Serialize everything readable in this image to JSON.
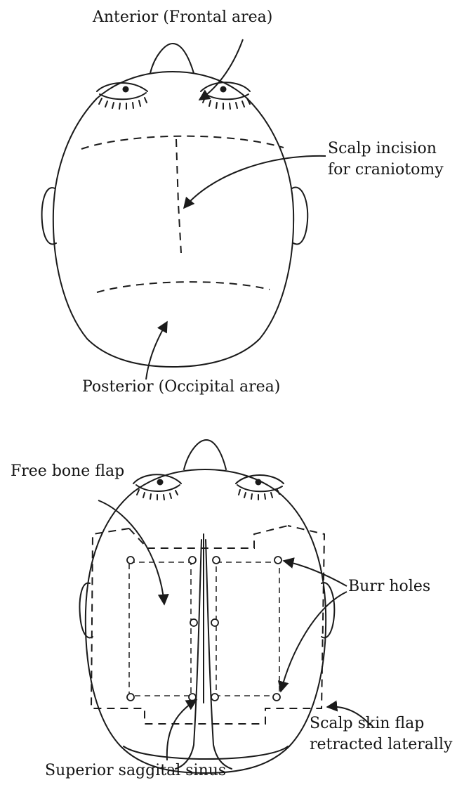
{
  "top_figure": {
    "label_anterior": "Anterior (Frontal area)",
    "label_incision_1": "Scalp incision",
    "label_incision_2": "for craniotomy",
    "label_posterior": "Posterior (Occipital area)"
  },
  "bottom_figure": {
    "label_free_bone_flap": "Free bone flap",
    "label_burr_holes": "Burr holes",
    "label_skin_flap_1": "Scalp skin flap",
    "label_skin_flap_2": "retracted laterally",
    "label_sinus": "Superior saggital sinus"
  }
}
